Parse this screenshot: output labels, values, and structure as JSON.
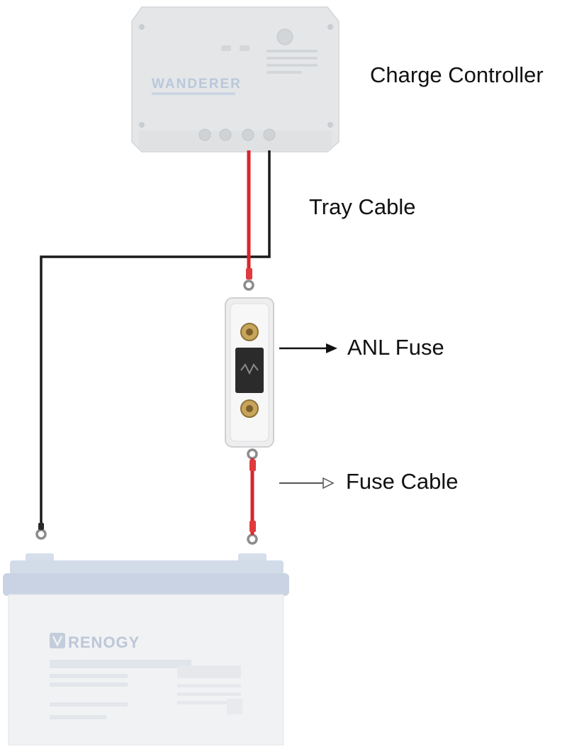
{
  "labels": {
    "charge_controller": "Charge Controller",
    "tray_cable": "Tray Cable",
    "anl_fuse": "ANL Fuse",
    "fuse_cable": "Fuse Cable"
  },
  "controller": {
    "brand": "WANDERER"
  },
  "battery": {
    "brand": "RENOGY"
  },
  "colors": {
    "positive_wire": "#d7262c",
    "negative_wire": "#1a1a1a",
    "device_gray": "#e3e5e7",
    "battery_lid": "#cfd8e6",
    "label_text": "#111111"
  }
}
